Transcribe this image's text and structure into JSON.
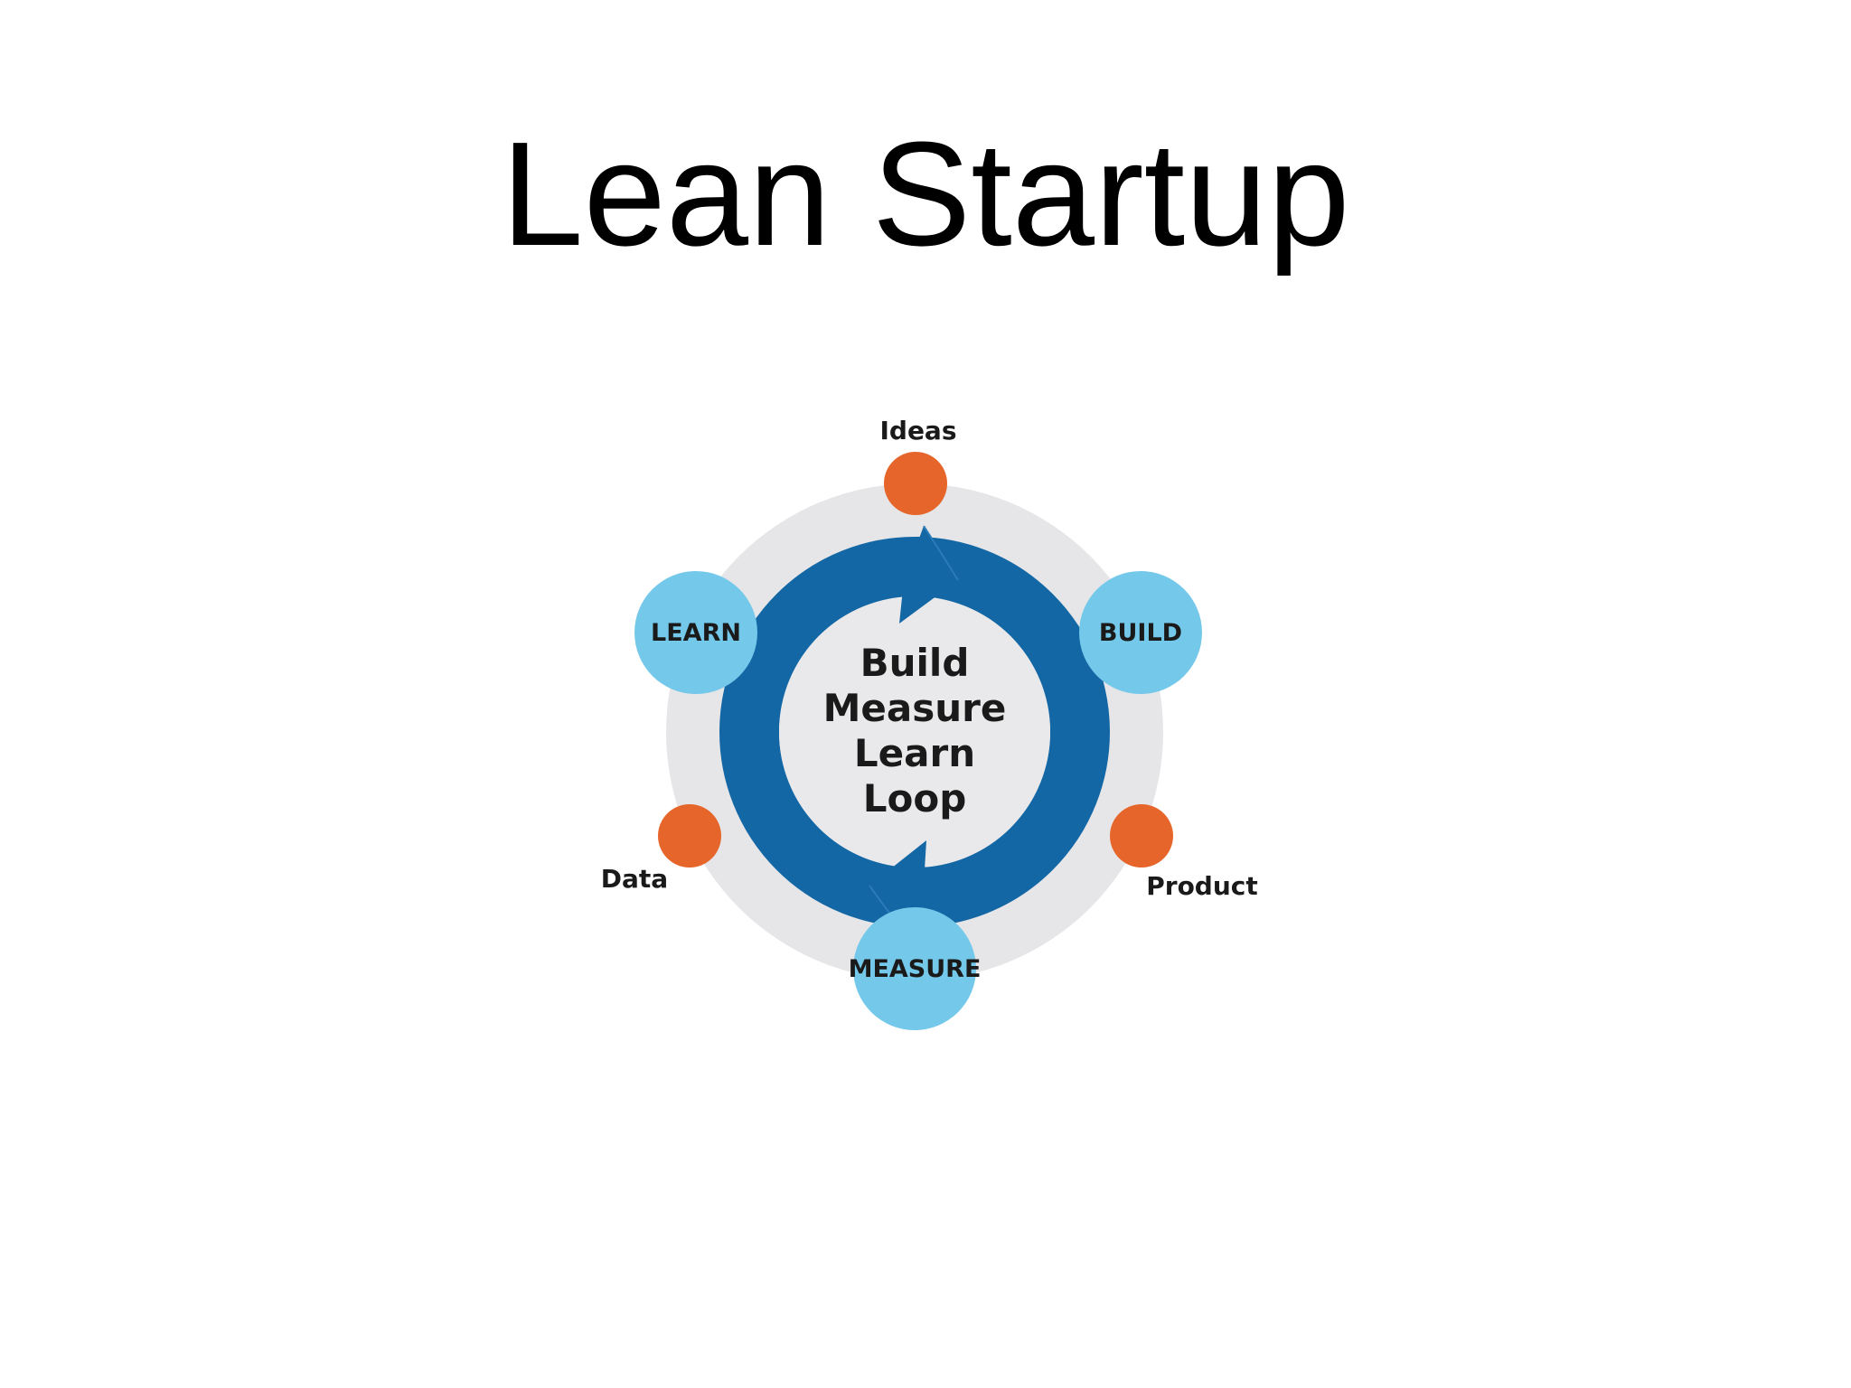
{
  "slide": {
    "title": "Lean Startup"
  },
  "diagram": {
    "center_lines": [
      "Build",
      "Measure",
      "Learn",
      "Loop"
    ],
    "stages": [
      "LEARN",
      "BUILD",
      "MEASURE"
    ],
    "artifacts": [
      "Ideas",
      "Product",
      "Data"
    ]
  },
  "colors": {
    "outer_ring": "#e6e6e8",
    "loop_blue": "#1467a5",
    "stage_blue": "#74c8ea",
    "artifact_orange": "#e5652a",
    "text": "#1a1a1a"
  }
}
